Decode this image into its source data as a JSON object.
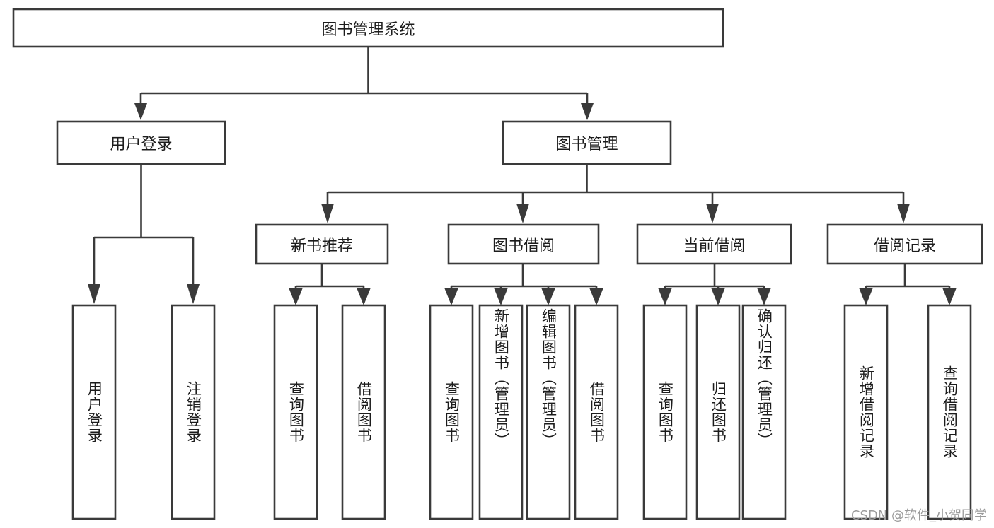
{
  "diagram": {
    "type": "tree",
    "title": "图书管理系统",
    "orientation": "top-down",
    "colors": {
      "box_stroke": "#3a3a3a",
      "box_fill": "#ffffff",
      "connector": "#3a3a3a",
      "text": "#1c1c1c",
      "background": "#ffffff",
      "watermark": "#9a9a9a"
    },
    "root": {
      "label": "图书管理系统",
      "orientation": "horizontal"
    },
    "level2": [
      {
        "label": "用户登录",
        "orientation": "horizontal"
      },
      {
        "label": "图书管理",
        "orientation": "horizontal"
      }
    ],
    "level3": [
      {
        "label": "新书推荐",
        "orientation": "horizontal",
        "parent": "图书管理"
      },
      {
        "label": "图书借阅",
        "orientation": "horizontal",
        "parent": "图书管理"
      },
      {
        "label": "当前借阅",
        "orientation": "horizontal",
        "parent": "图书管理"
      },
      {
        "label": "借阅记录",
        "orientation": "horizontal",
        "parent": "图书管理"
      }
    ],
    "leaves": [
      {
        "label": "用户登录",
        "orientation": "vertical",
        "parent": "用户登录"
      },
      {
        "label": "注销登录",
        "orientation": "vertical",
        "parent": "用户登录"
      },
      {
        "label": "查询图书",
        "orientation": "vertical",
        "parent": "新书推荐"
      },
      {
        "label": "借阅图书",
        "orientation": "vertical",
        "parent": "新书推荐"
      },
      {
        "label": "查询图书",
        "orientation": "vertical",
        "parent": "图书借阅"
      },
      {
        "label": "新增图书（管理员）",
        "orientation": "vertical",
        "parent": "图书借阅"
      },
      {
        "label": "编辑图书（管理员）",
        "orientation": "vertical",
        "parent": "图书借阅"
      },
      {
        "label": "借阅图书",
        "orientation": "vertical",
        "parent": "图书借阅"
      },
      {
        "label": "查询图书",
        "orientation": "vertical",
        "parent": "当前借阅"
      },
      {
        "label": "归还图书",
        "orientation": "vertical",
        "parent": "当前借阅"
      },
      {
        "label": "确认归还（管理员）",
        "orientation": "vertical",
        "parent": "当前借阅"
      },
      {
        "label": "新增借阅记录",
        "orientation": "vertical",
        "parent": "借阅记录"
      },
      {
        "label": "查询借阅记录",
        "orientation": "vertical",
        "parent": "借阅记录"
      }
    ]
  },
  "watermark": {
    "text": "CSDN @软件_小贺同学"
  }
}
